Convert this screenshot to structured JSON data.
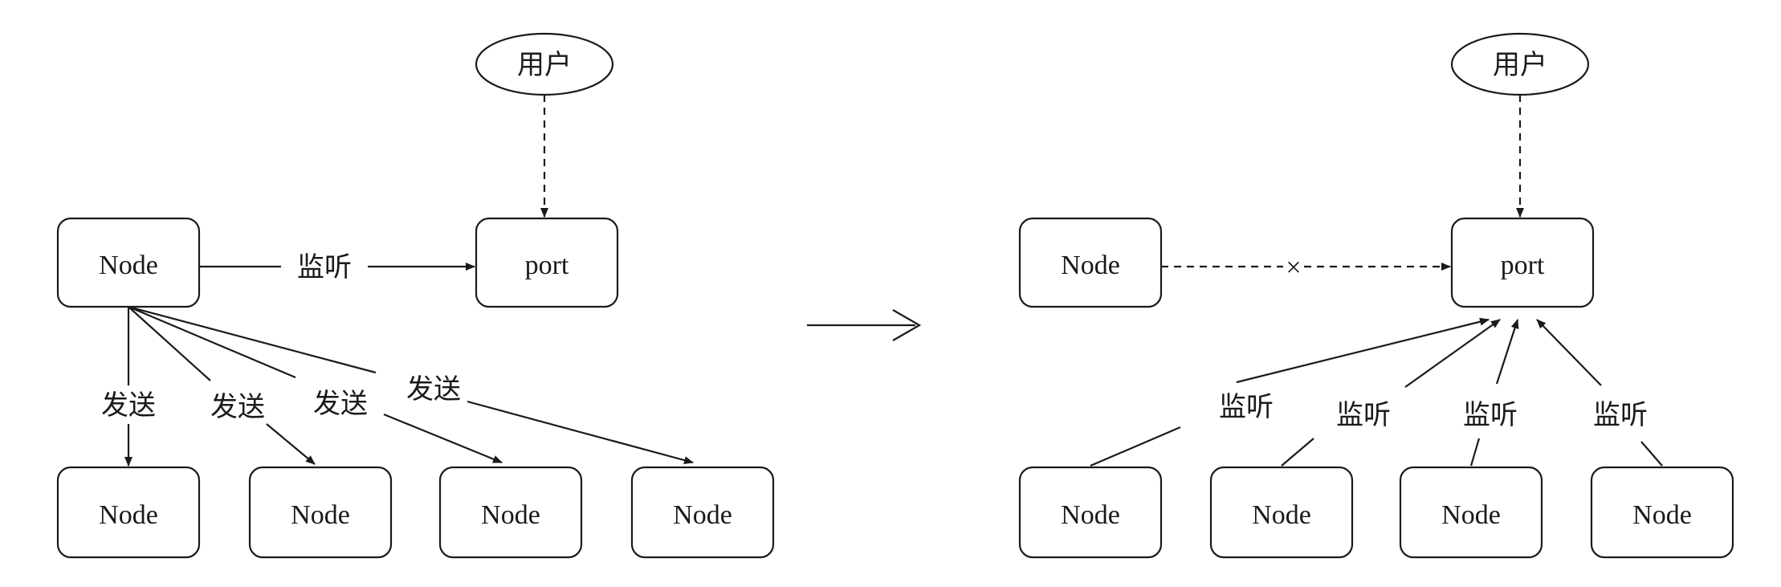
{
  "left_diagram": {
    "user_label": "用户",
    "port_label": "port",
    "source_node_label": "Node",
    "listen_label": "监听",
    "send_labels": [
      "发送",
      "发送",
      "发送",
      "发送"
    ],
    "target_node_labels": [
      "Node",
      "Node",
      "Node",
      "Node"
    ]
  },
  "right_diagram": {
    "user_label": "用户",
    "port_label": "port",
    "blocked_node_label": "Node",
    "blocked_marker": "×",
    "listen_labels": [
      "监听",
      "监听",
      "监听",
      "监听"
    ],
    "listener_node_labels": [
      "Node",
      "Node",
      "Node",
      "Node"
    ]
  }
}
